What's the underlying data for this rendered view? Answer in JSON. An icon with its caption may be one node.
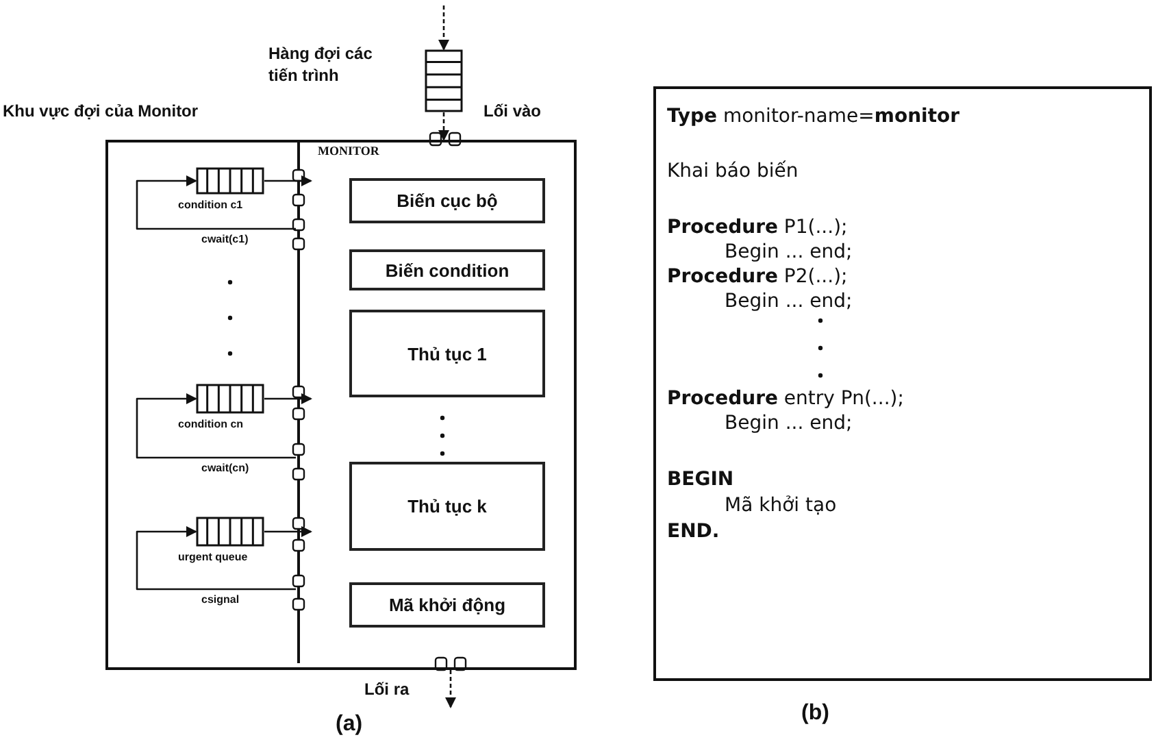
{
  "diagram": {
    "nodes": [
      {
        "text": [
          "Khu vực đợi của Monitor"
        ]
      },
      {
        "text": [],
        "shape": "queue",
        "beside": [
          "Hàng đợi các tiến trình"
        ]
      },
      {
        "text": [],
        "shape": "queue",
        "beside": [
          "condition c1"
        ],
        "in": 0
      },
      {
        "text": [],
        "shape": "queue",
        "beside": [
          "condition cn"
        ],
        "in": 0
      },
      {
        "text": [],
        "shape": "queue",
        "beside": [
          "urgent queue"
        ],
        "in": 0
      },
      {
        "text": [
          "Biến cục bộ"
        ],
        "in": 0
      },
      {
        "text": [
          "Biến condition"
        ],
        "in": 0
      },
      {
        "text": [
          "Thủ tục 1"
        ],
        "in": 0
      },
      {
        "text": [
          "Thủ tục k"
        ],
        "in": 0
      },
      {
        "text": [
          "Mã khởi động"
        ],
        "in": 0
      },
      {
        "text": [
          "**Type** monitor-name=**monitor**",
          "Khai báo biến",
          "**Procedure** P1(...);",
          "Begin ... end;",
          "**Procedure** P2(...);",
          "Begin ... end;",
          "**Procedure** entry Pn(...);",
          "Begin ... end;",
          "BEGIN",
          "Mã khởi tạo",
          "END."
        ]
      }
    ],
    "edges": [
      {
        "from": null,
        "to": 1,
        "arrow": "to",
        "style": "dashed"
      },
      {
        "from": 1,
        "to": 0,
        "arrow": "to",
        "label": "Lối vào",
        "style": "dashed"
      },
      {
        "from": 2,
        "to": null,
        "arrow": "to"
      },
      {
        "from": null,
        "to": 2,
        "arrow": "to",
        "label": "cwait(c1)"
      },
      {
        "from": 3,
        "to": null,
        "arrow": "to"
      },
      {
        "from": null,
        "to": 3,
        "arrow": "to",
        "label": "cwait(cn)"
      },
      {
        "from": 4,
        "to": null,
        "arrow": "to"
      },
      {
        "from": null,
        "to": 4,
        "arrow": "to",
        "label": "csignal"
      },
      {
        "from": 0,
        "to": null,
        "arrow": "to",
        "label": "Lối ra",
        "style": "dashed"
      }
    ],
    "labels": [
      "MONITOR",
      "(a)",
      "(b)"
    ]
  }
}
